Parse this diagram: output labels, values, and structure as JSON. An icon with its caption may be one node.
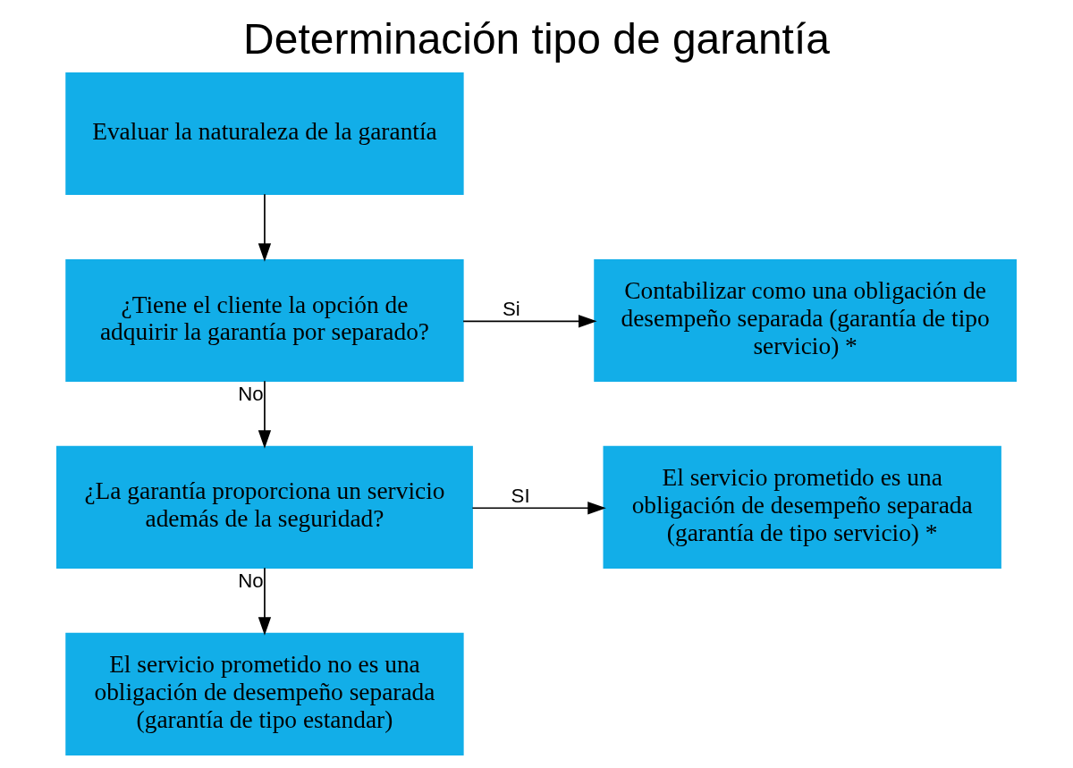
{
  "diagram": {
    "title": "Determinación tipo de garantía",
    "nodes": [
      {
        "text": [
          "Evaluar la naturaleza de la garantía"
        ]
      },
      {
        "text": [
          "¿Tiene el cliente la opción de adquirir la garantía por separado?"
        ]
      },
      {
        "text": [
          "Contabilizar como una obligación de desempeño separada (garantía de tipo servicio) *"
        ]
      },
      {
        "text": [
          "¿La garantía proporciona un servicio además de la seguridad?"
        ]
      },
      {
        "text": [
          "El servicio prometido es una obligación de desempeño separada (garantía de tipo servicio) *"
        ]
      },
      {
        "text": [
          "El servicio prometido no es una obligación de desempeño separada (garantía de tipo estandar)"
        ]
      }
    ],
    "edges": [
      {
        "from": 0,
        "to": 1,
        "arrow": "to"
      },
      {
        "from": 1,
        "to": 2,
        "arrow": "to",
        "label": "Si"
      },
      {
        "from": 1,
        "to": 3,
        "arrow": "to",
        "label": "No"
      },
      {
        "from": 3,
        "to": 4,
        "arrow": "to",
        "label": "SI"
      },
      {
        "from": 3,
        "to": 5,
        "arrow": "to",
        "label": "No"
      }
    ]
  }
}
